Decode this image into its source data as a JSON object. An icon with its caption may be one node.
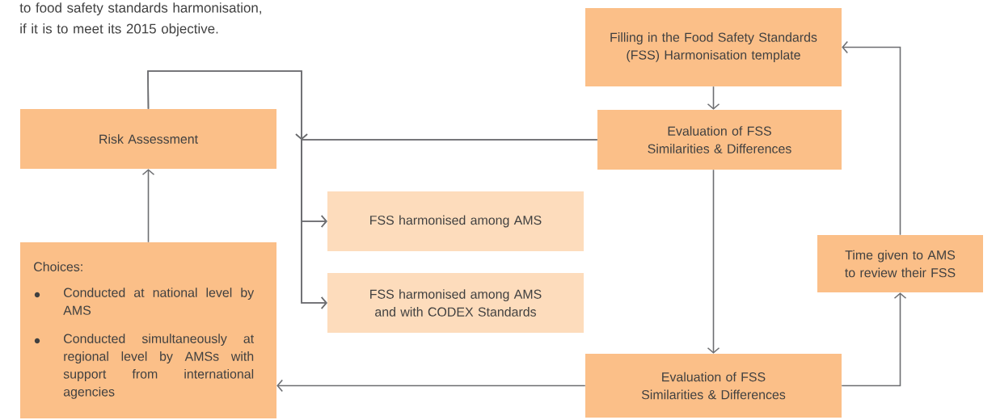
{
  "diagram": {
    "nodes": [
      {
        "text": [
          "Risk Assessment"
        ]
      },
      {
        "text": [
          "Choices:",
          "Conducted at national level by AMS",
          "Conducted simultaneously at regional level by AMSs with support from international agencies"
        ]
      },
      {
        "text": [
          "Filling in the Food Safety Standards (FSS) Harmonisation template"
        ]
      },
      {
        "text": [
          "Evaluation of FSS Similarities & Differences"
        ]
      },
      {
        "text": [
          "FSS harmonised among AMS"
        ]
      },
      {
        "text": [
          "FSS harmonised among AMS and with CODEX Standards"
        ]
      },
      {
        "text": [
          "Time given to AMS to review their FSS"
        ]
      },
      {
        "text": [
          "Evaluation of FSS Similarities & Differences"
        ]
      }
    ],
    "edges": [
      {
        "from": 1,
        "to": 0,
        "arrow": "to"
      },
      {
        "from": 0,
        "to": 4,
        "arrow": "to"
      },
      {
        "from": 0,
        "to": 5,
        "arrow": "to"
      },
      {
        "from": 3,
        "to": 4,
        "arrow": "to"
      },
      {
        "from": 3,
        "to": 5,
        "arrow": "to"
      },
      {
        "from": 2,
        "to": 3,
        "arrow": "to"
      },
      {
        "from": 3,
        "to": 7,
        "arrow": "to"
      },
      {
        "from": 7,
        "to": 1,
        "arrow": "to"
      },
      {
        "from": 7,
        "to": 6,
        "arrow": "to"
      },
      {
        "from": 6,
        "to": 2,
        "arrow": "to"
      }
    ],
    "labels": [
      "to food safety standards harmonisation, if it is to meet its 2015 objective."
    ]
  }
}
